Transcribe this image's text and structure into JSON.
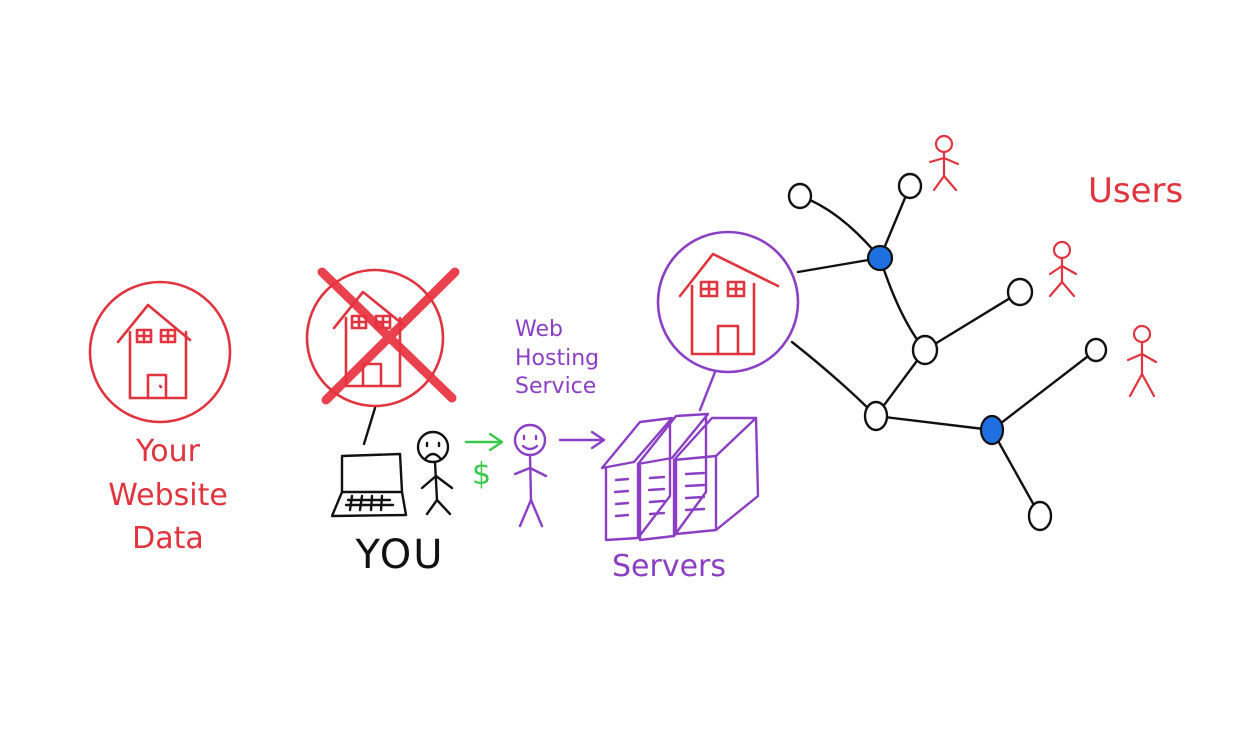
{
  "labels": {
    "website_data": "Your\nWebsite\nData",
    "you": "YOU",
    "web_hosting": "Web\nHosting\nService",
    "dollar": "$",
    "servers": "Servers",
    "users": "Users"
  },
  "colors": {
    "red": "#e0343f",
    "purple": "#8b3fc4",
    "black": "#111111",
    "green": "#3cc84a",
    "blue": "#1e6fe0"
  },
  "icons": [
    "house-icon",
    "cross-icon",
    "laptop-icon",
    "stick-figure-icon",
    "server-icon",
    "network-node-icon",
    "user-icon"
  ]
}
